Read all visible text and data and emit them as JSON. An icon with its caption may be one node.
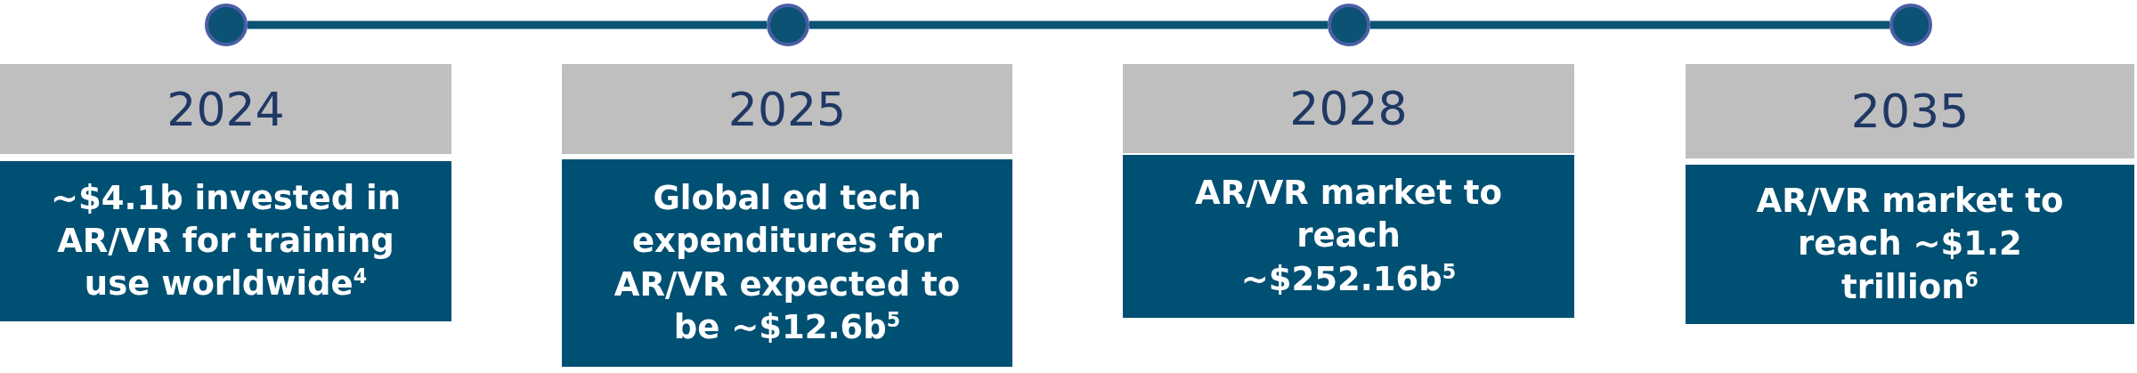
{
  "diagram": {
    "nodes": [
      {
        "text": [],
        "shape": "circle"
      },
      {
        "text": [],
        "shape": "circle"
      },
      {
        "text": [],
        "shape": "circle"
      },
      {
        "text": [],
        "shape": "circle"
      },
      {
        "text": [
          "2024"
        ]
      },
      {
        "text": [
          "~$4.1b invested in AR/VR for training use worldwide$^{4}$"
        ]
      },
      {
        "text": [
          "2025"
        ]
      },
      {
        "text": [
          "Global ed tech expenditures for AR/VR expected to be ~$12.6b$^{5}$"
        ]
      },
      {
        "text": [
          "2028"
        ]
      },
      {
        "text": [
          "AR/VR market to reach ~$252.16b$^{5}$"
        ]
      },
      {
        "text": [
          "2035"
        ]
      },
      {
        "text": [
          "AR/VR market to reach ~$1.2 trillion$^{6}$"
        ]
      }
    ],
    "edges": [
      {
        "from": 0,
        "to": 1,
        "arrow": "none"
      },
      {
        "from": 1,
        "to": 2,
        "arrow": "none"
      },
      {
        "from": 2,
        "to": 3,
        "arrow": "none"
      }
    ]
  }
}
